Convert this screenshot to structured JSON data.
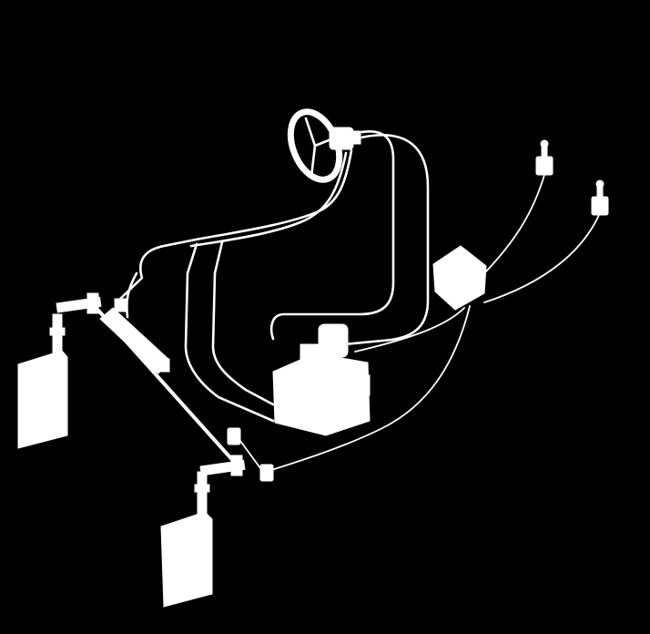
{
  "diagram": {
    "subject": "hydraulic-steering-system-silhouette",
    "background_color": "#000000",
    "foreground_color": "#ffffff",
    "components": [
      {
        "id": "steering-wheel",
        "icon": "steering-wheel-icon"
      },
      {
        "id": "helm-pump",
        "icon": "helm-pump-icon"
      },
      {
        "id": "hydraulic-power-unit",
        "icon": "power-unit-icon"
      },
      {
        "id": "control-box",
        "icon": "control-box-icon"
      },
      {
        "id": "joystick-1",
        "icon": "joystick-icon"
      },
      {
        "id": "joystick-2",
        "icon": "joystick-icon"
      },
      {
        "id": "steering-cylinder",
        "icon": "cylinder-icon"
      },
      {
        "id": "rudder-port",
        "icon": "rudder-icon"
      },
      {
        "id": "rudder-starboard",
        "icon": "rudder-icon"
      },
      {
        "id": "tie-bar",
        "icon": "tie-bar-icon"
      },
      {
        "id": "sensor-1",
        "icon": "sensor-icon"
      },
      {
        "id": "sensor-2",
        "icon": "sensor-icon"
      }
    ]
  }
}
